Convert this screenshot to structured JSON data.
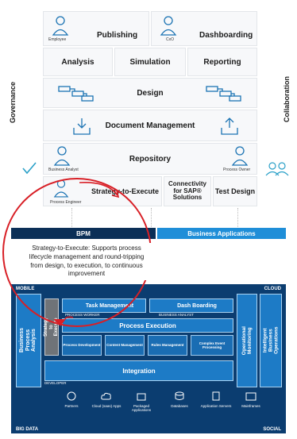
{
  "top": {
    "publishing": "Publishing",
    "dashboarding": "Dashboarding",
    "employee": "Employee",
    "cxo": "CxO",
    "analysis": "Analysis",
    "simulation": "Simulation",
    "reporting": "Reporting",
    "design": "Design",
    "document_management": "Document Management",
    "repository": "Repository",
    "business_analyst": "Business Analyst",
    "process_owner": "Process Owner",
    "process_engineer": "Process Engineer",
    "strategy_to_execute": "Strategy-to-Execute",
    "connectivity": "Connectivity for SAP® Solutions",
    "test_design": "Test Design",
    "governance": "Governance",
    "collaboration": "Collaboration"
  },
  "bars": {
    "bpm": "BPM",
    "business_applications": "Business Applications"
  },
  "annotation": {
    "text": "Strategy-to-Execute: Supports process lifecycle management and round-tripping from design, to execution, to continuous improvement"
  },
  "arch": {
    "mobile": "MOBILE",
    "cloud": "CLOUD",
    "big_data": "BIG DATA",
    "social": "SOCIAL",
    "business_process_analysis": "Business Process Analysis",
    "strategy_to_execute": "Strategy to Execute",
    "task_management": "Task Management",
    "process_worker": "PROCESS WORKER",
    "dash_boarding": "Dash Boarding",
    "business_analyst": "BUSINESS ANALYST",
    "process_execution": "Process Execution",
    "process_development": "Process Development",
    "content_management": "Content Management",
    "rules_management": "Rules Management",
    "complex_event_processing": "Complex Event Processing",
    "integration": "Integration",
    "developer": "DEVELOPER",
    "operational_monitoring": "Operational Monitoring",
    "intelligent_business_operations": "Intelligent Business Operations",
    "systems": [
      "Partners",
      "Cloud (saas) Apps",
      "Packaged Applications",
      "Databases",
      "Application Servers",
      "Mainframes"
    ]
  },
  "colors": {
    "accent_blue": "#1b73b3",
    "dark_navy": "#0b2f57",
    "light_blue_bar": "#1f8ed8",
    "annotation_red": "#d81f26",
    "checkmark_teal": "#2aa0c8"
  }
}
